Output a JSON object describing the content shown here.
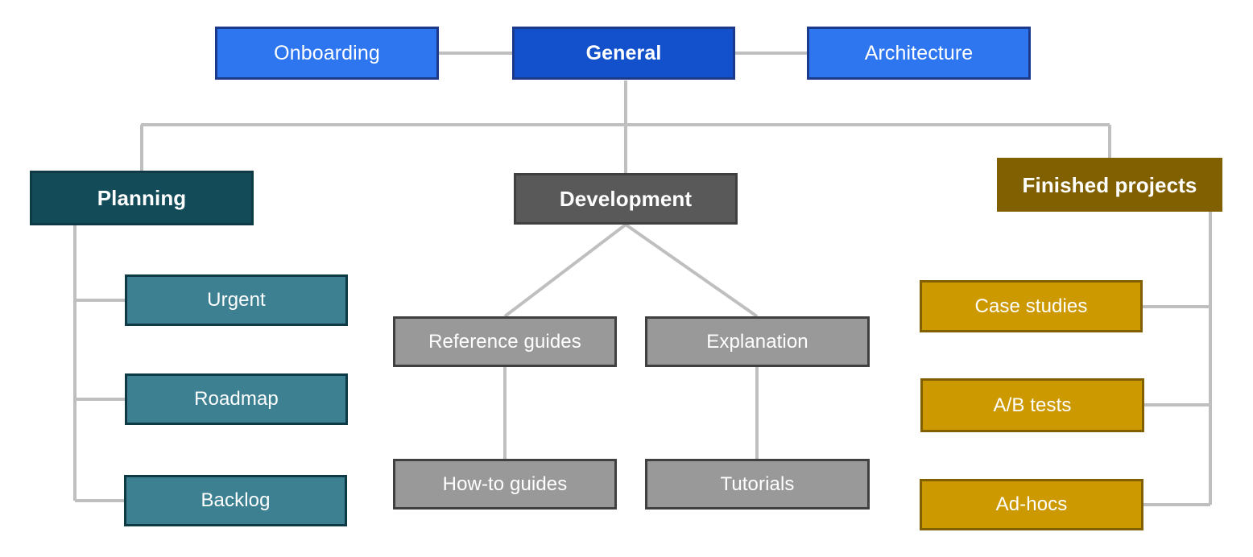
{
  "diagram": {
    "type": "tree-org-chart",
    "title": "",
    "background_color": "#ffffff",
    "connector_color": "#bfbfbf",
    "palette": {
      "blue_root_fill": "#1250cc",
      "blue_root_border": "#1b3a8c",
      "blue_sibling_fill": "#2e75f0",
      "blue_sibling_border": "#1b3a8c",
      "teal_parent_fill": "#134b58",
      "teal_parent_border": "#0d3a45",
      "teal_child_fill": "#3d8091",
      "teal_child_border": "#0d3a45",
      "gray_parent_fill": "#595959",
      "gray_parent_border": "#3f3f3f",
      "gray_child_fill": "#999999",
      "gray_child_border": "#404040",
      "olive_parent_fill": "#806000",
      "olive_parent_border": "#806000",
      "gold_child_fill": "#cc9900",
      "gold_child_border": "#806000",
      "node_text_color": "#ffffff"
    }
  },
  "nodes": {
    "onboarding": {
      "label": "Onboarding"
    },
    "general": {
      "label": "General"
    },
    "architecture": {
      "label": "Architecture"
    },
    "planning": {
      "label": "Planning"
    },
    "urgent": {
      "label": "Urgent"
    },
    "roadmap": {
      "label": "Roadmap"
    },
    "backlog": {
      "label": "Backlog"
    },
    "development": {
      "label": "Development"
    },
    "reference_guides": {
      "label": "Reference guides"
    },
    "how_to_guides": {
      "label": "How-to guides"
    },
    "explanation": {
      "label": "Explanation"
    },
    "tutorials": {
      "label": "Tutorials"
    },
    "finished_projects": {
      "label": "Finished projects"
    },
    "case_studies": {
      "label": "Case studies"
    },
    "ab_tests": {
      "label": "A/B tests"
    },
    "ad_hocs": {
      "label": "Ad-hocs"
    }
  },
  "hierarchy": {
    "root": "general",
    "siblings_of_root": [
      "onboarding",
      "architecture"
    ],
    "children_of_root": [
      "planning",
      "development",
      "finished_projects"
    ],
    "children": {
      "planning": [
        "urgent",
        "roadmap",
        "backlog"
      ],
      "development": [
        "reference_guides",
        "explanation"
      ],
      "reference_guides": [
        "how_to_guides"
      ],
      "explanation": [
        "tutorials"
      ],
      "finished_projects": [
        "case_studies",
        "ab_tests",
        "ad_hocs"
      ]
    }
  }
}
